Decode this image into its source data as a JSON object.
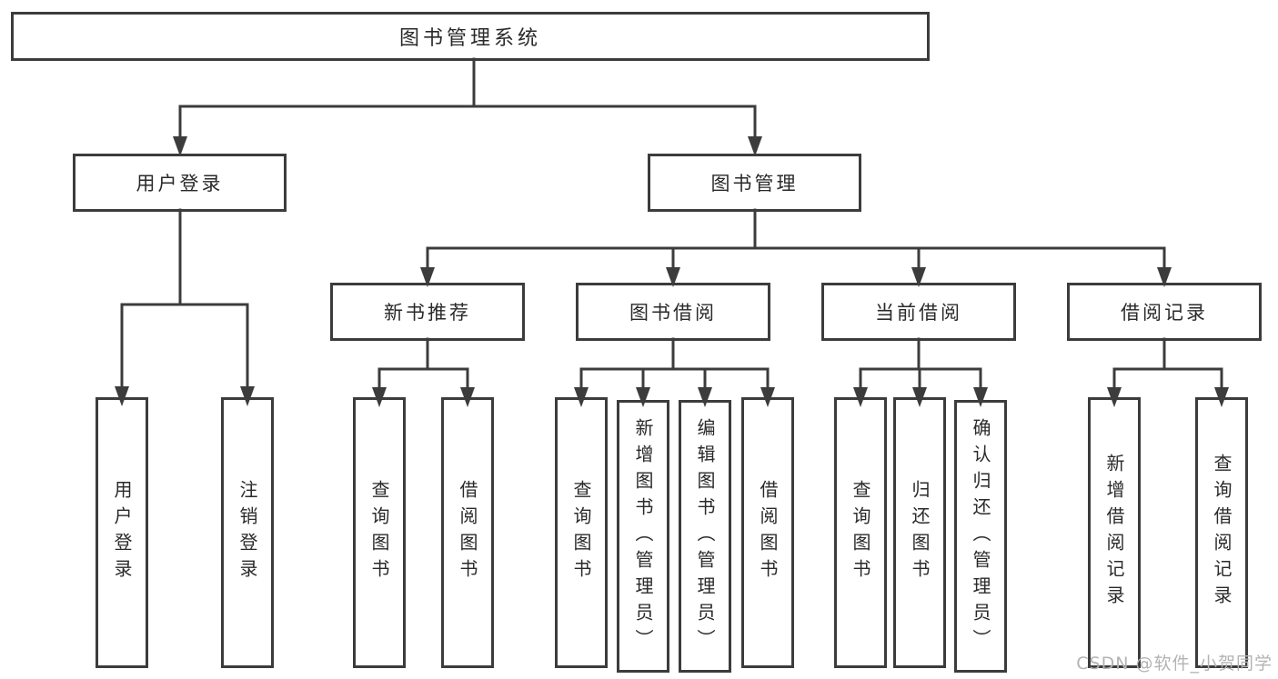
{
  "diagram": {
    "root": {
      "label": "图书管理系统"
    },
    "level2": [
      {
        "label": "用户登录"
      },
      {
        "label": "图书管理"
      }
    ],
    "level3": [
      {
        "label": "新书推荐"
      },
      {
        "label": "图书借阅"
      },
      {
        "label": "当前借阅"
      },
      {
        "label": "借阅记录"
      }
    ],
    "leaves": {
      "user_login": [
        "用户登录",
        "注销登录"
      ],
      "new_books": [
        "查询图书",
        "借阅图书"
      ],
      "book_borrowing": [
        "查询图书",
        "新增图书（管理员）",
        "编辑图书（管理员）",
        "借阅图书"
      ],
      "current_borrowing": [
        "查询图书",
        "归还图书",
        "确认归还（管理员）"
      ],
      "borrowing_records": [
        "新增借阅记录",
        "查询借阅记录"
      ]
    }
  },
  "watermark": "CSDN @软件_小贺同学",
  "colors": {
    "line": "#3c3c3c",
    "text": "#2a2a2a",
    "watermark": "#b3b3b3",
    "background": "#ffffff"
  }
}
